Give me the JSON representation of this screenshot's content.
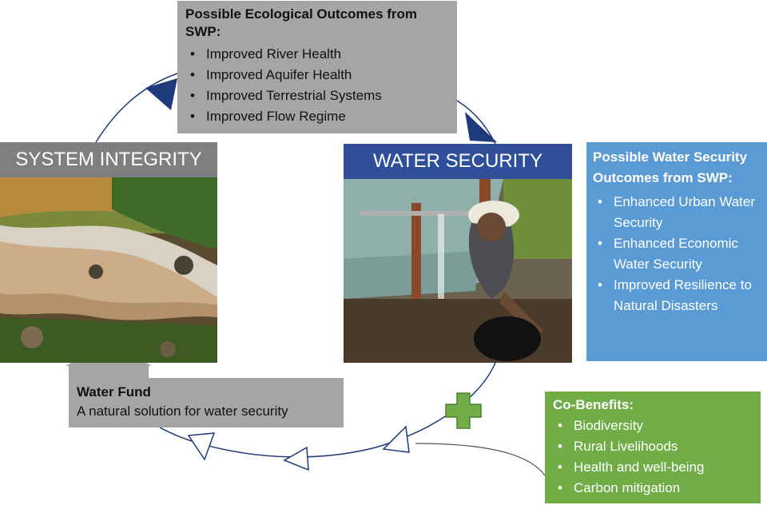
{
  "ecological": {
    "title": "Possible Ecological Outcomes from SWP:",
    "items": [
      "Improved River Health",
      "Improved Aquifer Health",
      "Improved Terrestrial Systems",
      "Improved Flow Regime"
    ]
  },
  "system_integrity": {
    "label": "SYSTEM INTEGRITY"
  },
  "water_security": {
    "label": "WATER SECURITY"
  },
  "water_security_outcomes": {
    "title": "Possible Water Security Outcomes from SWP:",
    "items": [
      "Enhanced Urban Water Security",
      "Enhanced Economic Water Security",
      "Improved Resilience to Natural Disasters"
    ]
  },
  "water_fund": {
    "title": "Water Fund",
    "subtitle": "A natural solution for water security"
  },
  "co_benefits": {
    "title": "Co-Benefits:",
    "items": [
      "Biodiversity",
      "Rural Livelihoods",
      "Health and well-being",
      "Carbon mitigation"
    ]
  },
  "colors": {
    "dark_blue": "#1f3a7a",
    "green": "#70ad47",
    "blue": "#5b9bd5",
    "gray": "#a5a5a5"
  }
}
